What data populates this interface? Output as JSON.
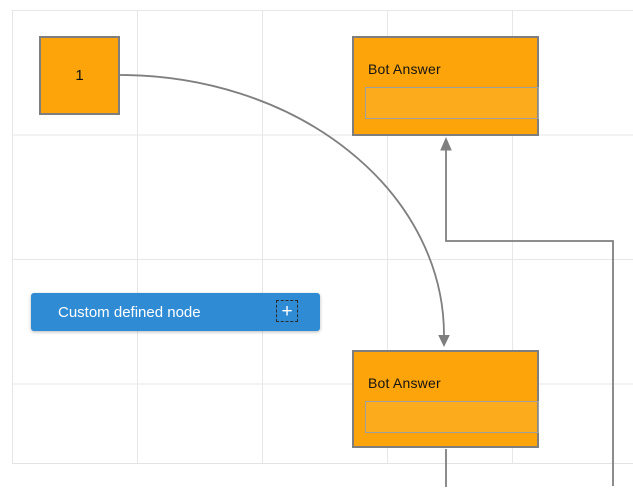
{
  "canvas": {
    "background": "#ffffff",
    "grid_line_color": "#e7e7e7"
  },
  "nodes": {
    "start": {
      "label": "1",
      "fill": "#fca40a",
      "border_color": "#7e7e7e"
    },
    "bot_answer_top": {
      "title": "Bot Answer",
      "input_value": "",
      "fill": "#fca40a",
      "border_color": "#7e7e7e"
    },
    "bot_answer_bottom": {
      "title": "Bot Answer",
      "input_value": "",
      "fill": "#fca40a",
      "border_color": "#7e7e7e"
    },
    "custom": {
      "label": "Custom defined node",
      "fill": "#2e8bd4",
      "text_color": "#ffffff",
      "add_button_glyph": "+"
    }
  },
  "connectors": {
    "color": "#7f7f7f"
  }
}
